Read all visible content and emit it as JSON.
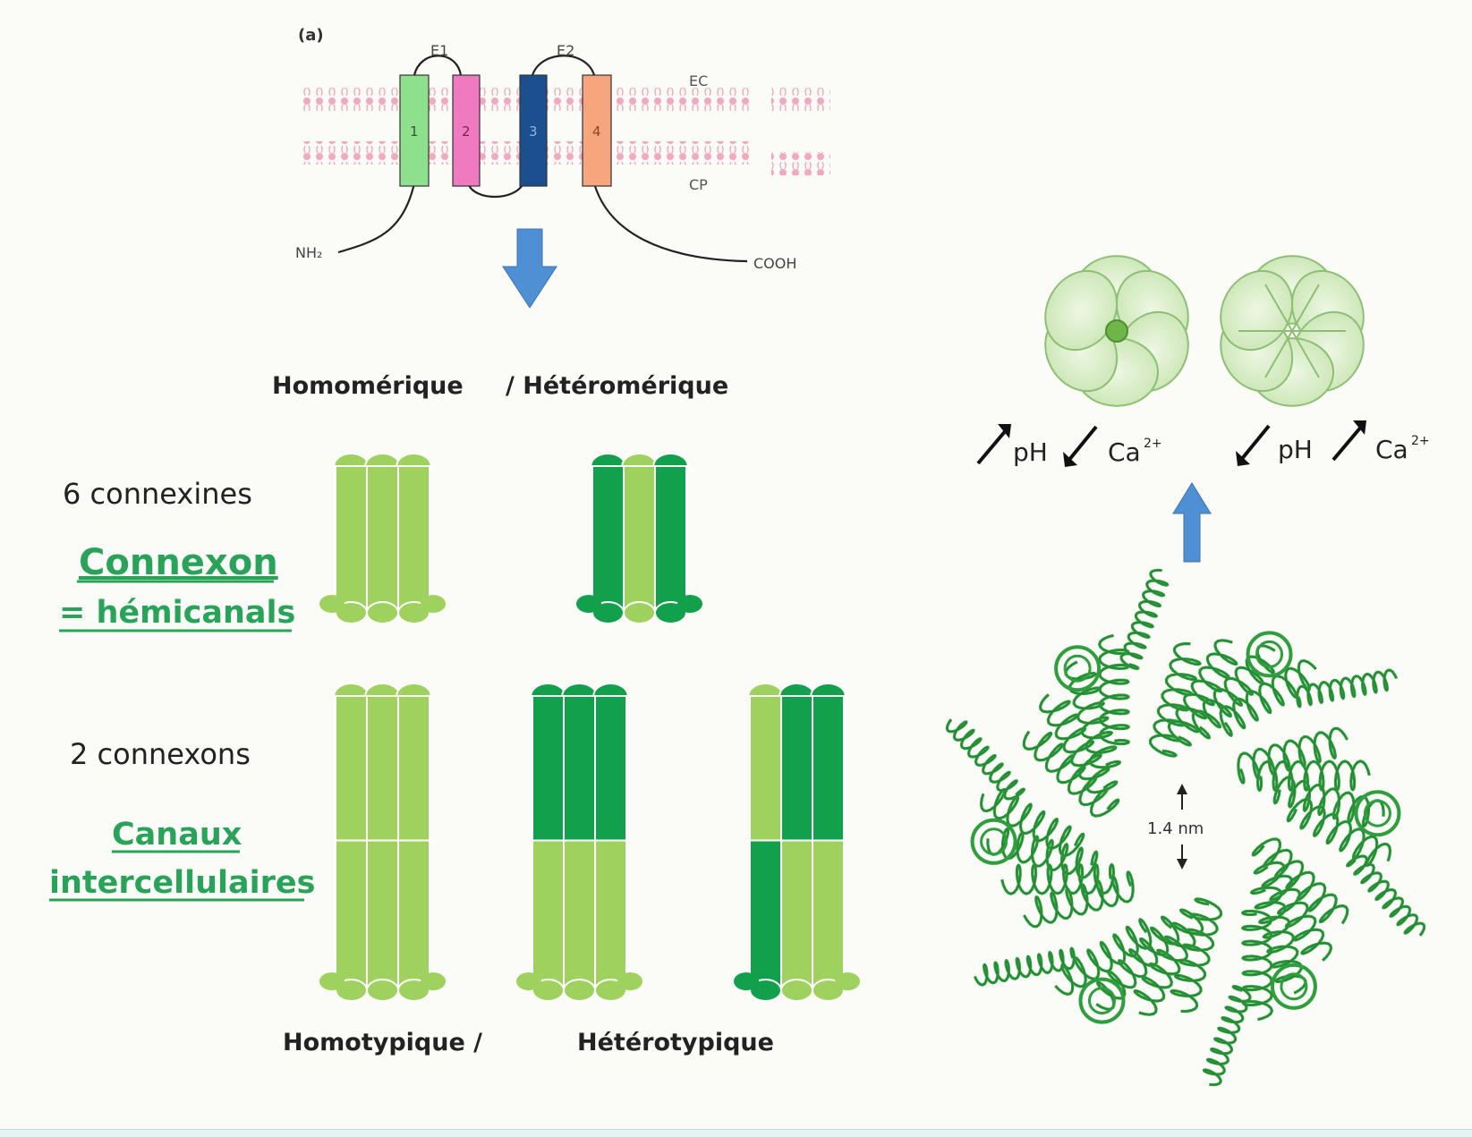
{
  "panel_label": "(a)",
  "topology": {
    "loops": [
      "E1",
      "E2"
    ],
    "sides": [
      "EC",
      "CP"
    ],
    "helices": [
      "1",
      "2",
      "3",
      "4"
    ],
    "termini": [
      "NH₂",
      "COOH"
    ]
  },
  "labels": {
    "homomeric": "Homomérique",
    "heteromeric": "/ Hétéromérique",
    "six_connexins": "6 connexines",
    "connexon": "Connexon",
    "hemichannels": "=  hémicanals",
    "two_connexons": "2 connexons",
    "channels_l1": "Canaux",
    "channels_l2": "intercellulaires",
    "homotypic": "Homotypique  /",
    "heterotypic": "Hétérotypique"
  },
  "gating": {
    "open": {
      "ph": "pH",
      "ca": "Ca",
      "sup": "2+"
    },
    "closed": {
      "ph": "pH",
      "ca": "Ca",
      "sup": "2+"
    }
  },
  "pore_measure": "1.4 nm",
  "colors": {
    "light_green": "#9fd15e",
    "dark_green": "#13a04c",
    "helix_green": "#2e9e3e",
    "label_green": "#2aa35a",
    "arrow_blue": "#4f8fd3",
    "helix1": "#8fe08c",
    "helix2": "#f07ac0",
    "helix3": "#1c4f8e",
    "helix4": "#f6a57c"
  }
}
